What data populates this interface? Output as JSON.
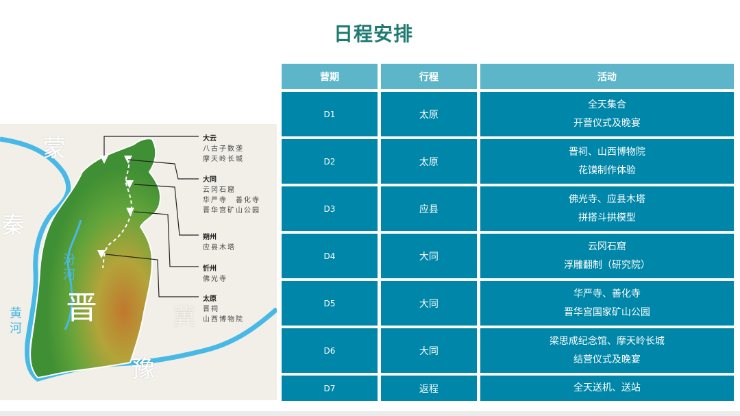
{
  "title": "日程安排",
  "table": {
    "headers": [
      "营期",
      "行程",
      "活动"
    ],
    "rows": [
      {
        "day": "D1",
        "place": "太原",
        "activities": [
          "全天集合",
          "开营仪式及晚宴"
        ]
      },
      {
        "day": "D2",
        "place": "太原",
        "activities": [
          "晋祠、山西博物院",
          "花馍制作体验"
        ]
      },
      {
        "day": "D3",
        "place": "应县",
        "activities": [
          "佛光寺、应县木塔",
          "拼搭斗拱模型"
        ]
      },
      {
        "day": "D4",
        "place": "大同",
        "activities": [
          "云冈石窟",
          "浮雕翻制（研究院）"
        ]
      },
      {
        "day": "D5",
        "place": "大同",
        "activities": [
          "华严寺、善化寺",
          "晋华宫国家矿山公园"
        ]
      },
      {
        "day": "D6",
        "place": "大同",
        "activities": [
          "梁思成纪念馆、摩天岭长城",
          "结营仪式及晚宴"
        ]
      },
      {
        "day": "D7",
        "place": "返程",
        "activities": [
          "全天送机、送站"
        ]
      }
    ]
  },
  "map": {
    "provinces": {
      "meng": "蒙",
      "qin": "秦",
      "ji": "冀",
      "yu": "豫"
    },
    "main_label": "晋",
    "rivers": {
      "fen": "汾河",
      "huang": "黄河"
    },
    "annotations": [
      {
        "city": "大云",
        "sites": [
          "八古子数垄",
          "摩天岭长城"
        ]
      },
      {
        "city": "大同",
        "sites": [
          "云冈石窟",
          "华严寺　善化寺",
          "晋华宫矿山公园"
        ]
      },
      {
        "city": "朔州",
        "sites": [
          "应县木塔"
        ]
      },
      {
        "city": "忻州",
        "sites": [
          "佛光寺"
        ]
      },
      {
        "city": "太原",
        "sites": [
          "晋祠",
          "山西博物院"
        ]
      }
    ]
  },
  "colors": {
    "title": "#1e7b72",
    "header_bg": "#5db5c9",
    "cell_bg": "#0086a8",
    "river": "#48b9e6",
    "province_green": "#4f9a3a"
  }
}
